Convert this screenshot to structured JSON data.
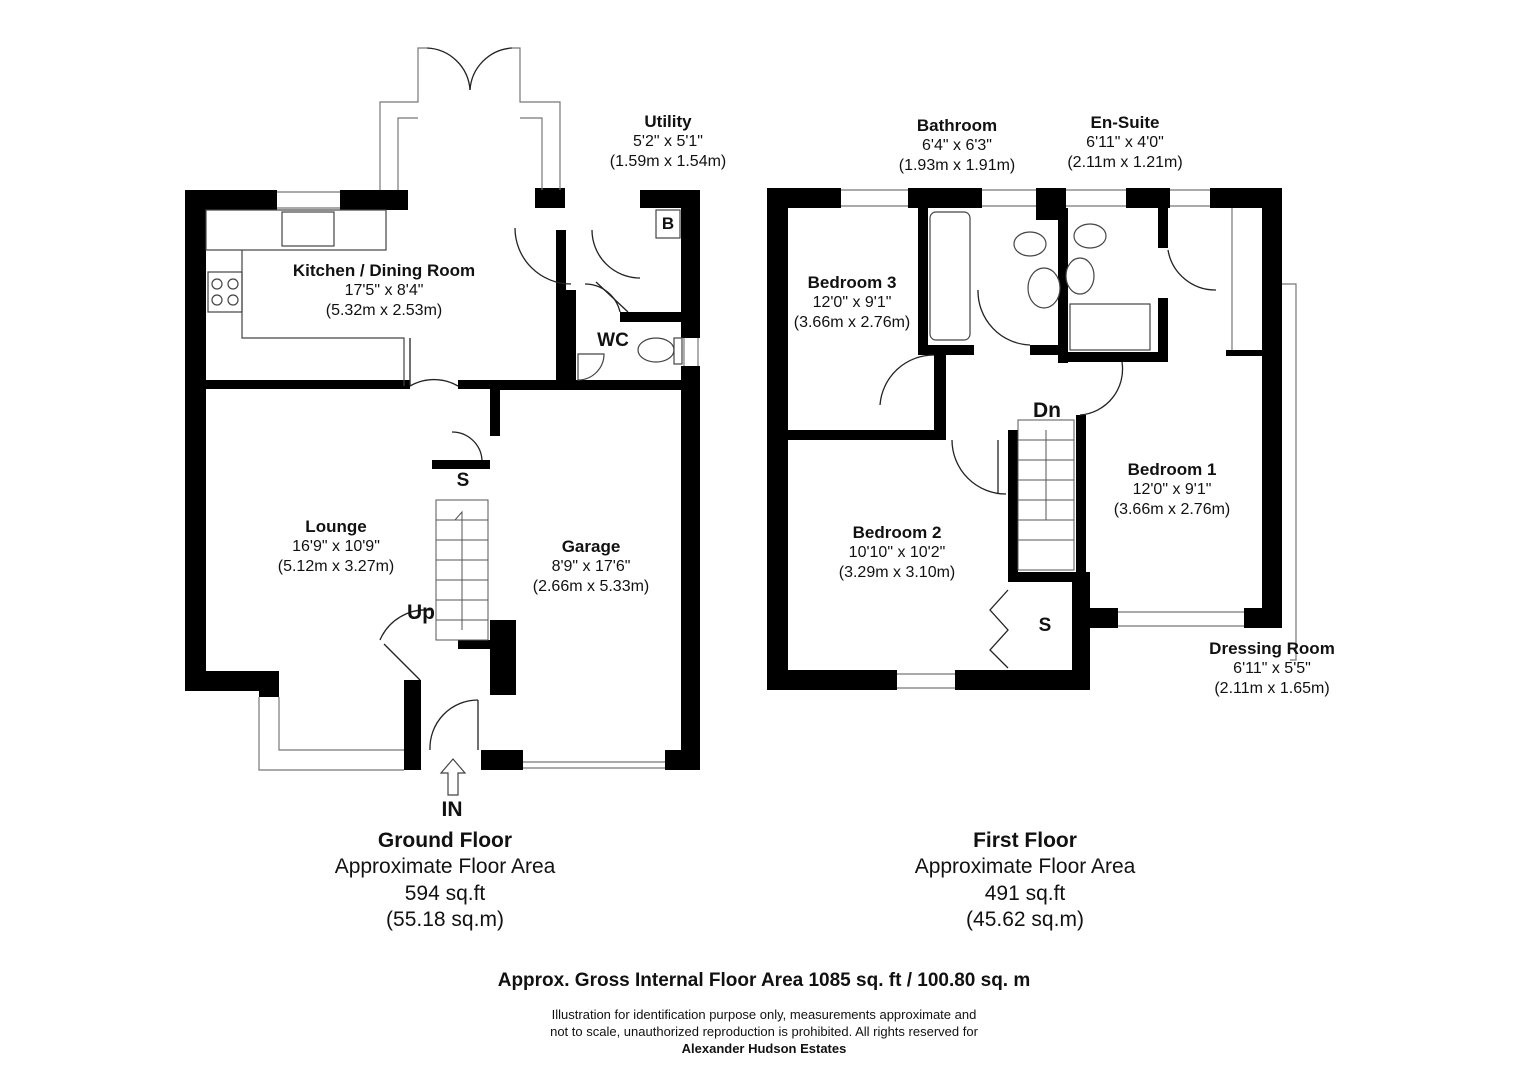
{
  "ground_floor": {
    "title": "Ground Floor",
    "area_label": "Approximate Floor Area",
    "area_sqft": "594 sq.ft",
    "area_sqm": "(55.18 sq.m)",
    "rooms": {
      "kitchen": {
        "name": "Kitchen / Dining Room",
        "imperial": "17'5\" x 8'4\"",
        "metric": "(5.32m x 2.53m)"
      },
      "utility": {
        "name": "Utility",
        "imperial": "5'2\" x 5'1\"",
        "metric": "(1.59m x 1.54m)"
      },
      "lounge": {
        "name": "Lounge",
        "imperial": "16'9\" x 10'9\"",
        "metric": "(5.12m x 3.27m)"
      },
      "garage": {
        "name": "Garage",
        "imperial": "8'9\" x 17'6\"",
        "metric": "(2.66m x 5.33m)"
      }
    },
    "markers": {
      "wc": "WC",
      "boiler": "B",
      "store": "S",
      "up": "Up",
      "entrance": "IN"
    }
  },
  "first_floor": {
    "title": "First Floor",
    "area_label": "Approximate Floor Area",
    "area_sqft": "491 sq.ft",
    "area_sqm": "(45.62 sq.m)",
    "rooms": {
      "bathroom": {
        "name": "Bathroom",
        "imperial": "6'4\" x 6'3\"",
        "metric": "(1.93m x 1.91m)"
      },
      "ensuite": {
        "name": "En-Suite",
        "imperial": "6'11\" x 4'0\"",
        "metric": "(2.11m x 1.21m)"
      },
      "bedroom3": {
        "name": "Bedroom 3",
        "imperial": "12'0\" x 9'1\"",
        "metric": "(3.66m x 2.76m)"
      },
      "bedroom1": {
        "name": "Bedroom 1",
        "imperial": "12'0\" x 9'1\"",
        "metric": "(3.66m x 2.76m)"
      },
      "bedroom2": {
        "name": "Bedroom 2",
        "imperial": "10'10\" x 10'2\"",
        "metric": "(3.29m x 3.10m)"
      },
      "dressing": {
        "name": "Dressing Room",
        "imperial": "6'11\" x 5'5\"",
        "metric": "(2.11m x 1.65m)"
      }
    },
    "markers": {
      "down": "Dn",
      "store": "S"
    }
  },
  "gross_area": "Approx. Gross Internal Floor Area 1085 sq. ft / 100.80 sq. m",
  "disclaimer": {
    "line1": "Illustration for identification purpose only, measurements approximate and",
    "line2": "not to scale, unauthorized reproduction is prohibited. All rights reserved for",
    "company": "Alexander Hudson Estates"
  },
  "colors": {
    "wall": "#000000",
    "line": "#222222",
    "thin": "#888888",
    "background": "#ffffff"
  }
}
